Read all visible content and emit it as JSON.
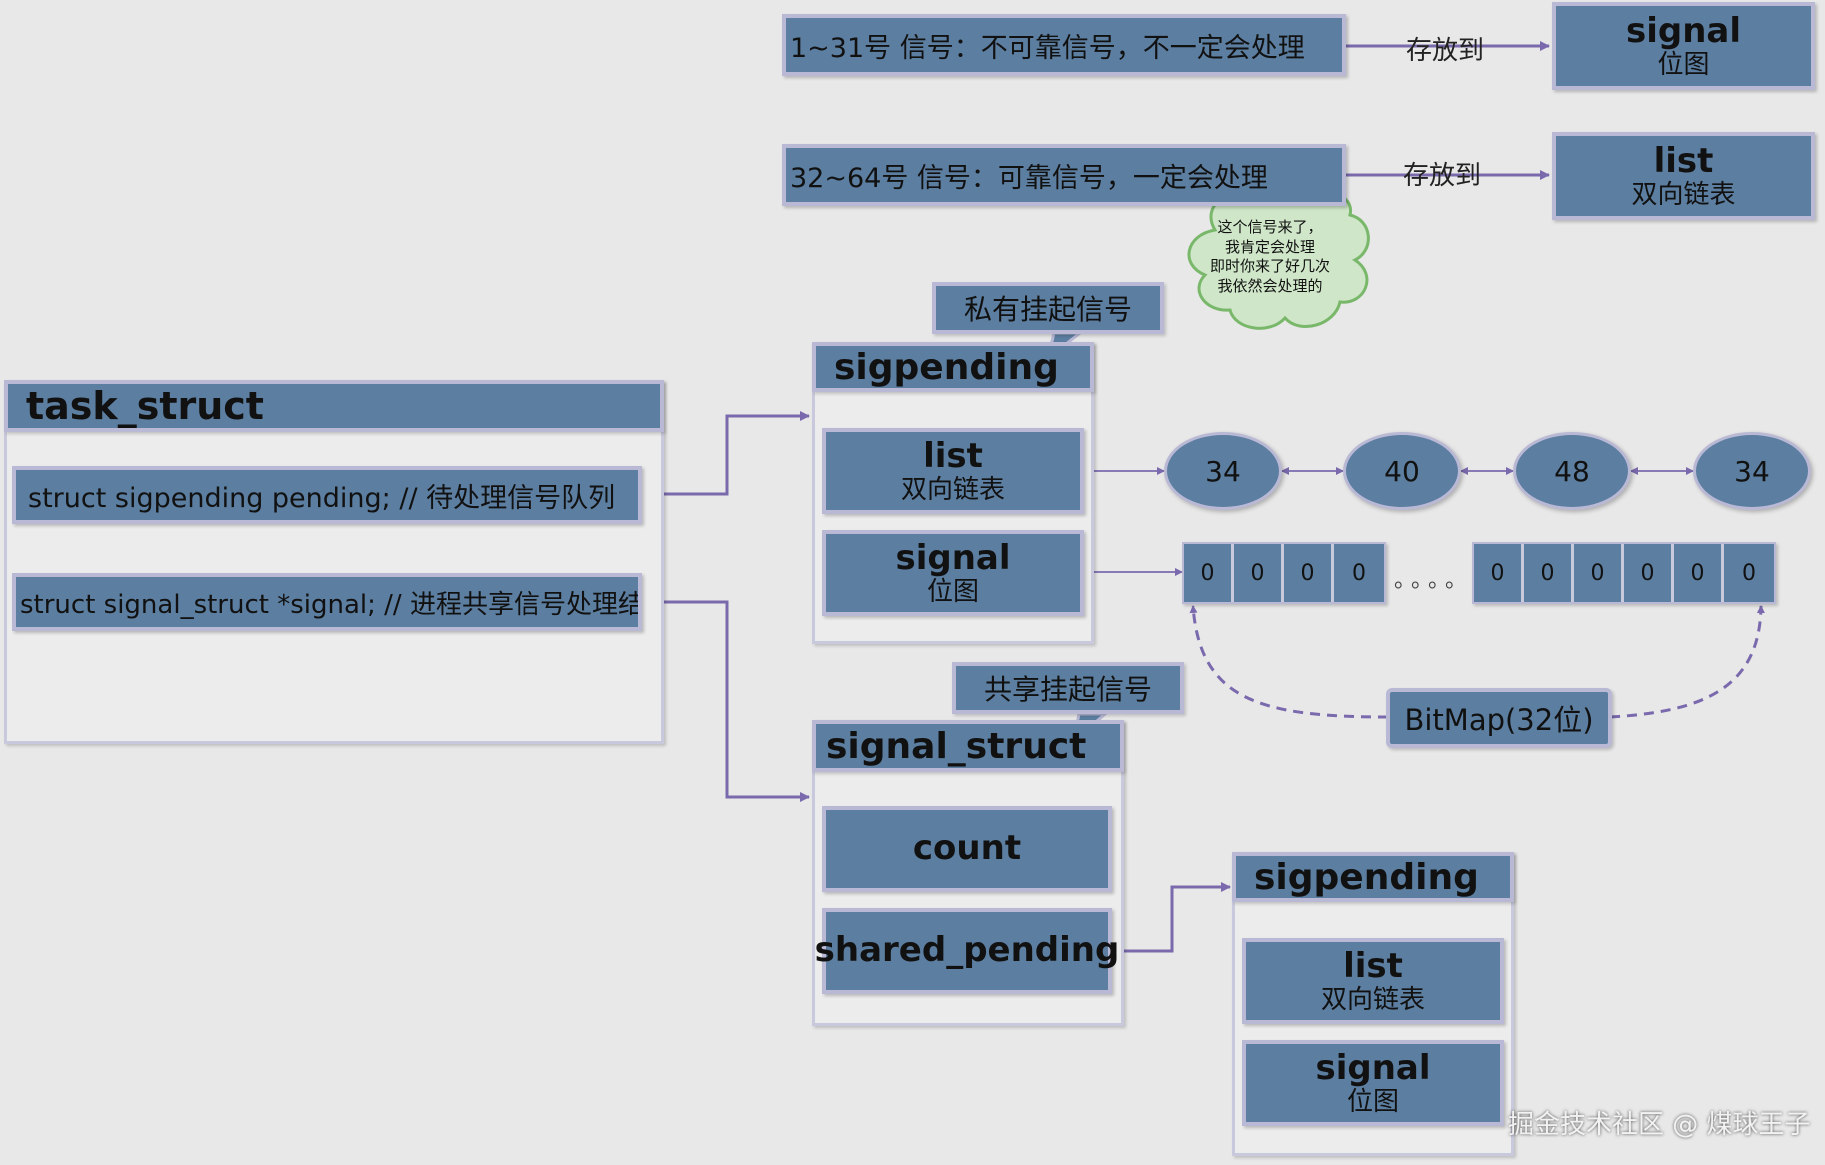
{
  "top": {
    "range1": {
      "desc": "1~31号 信号：不可靠信号，不一定会处理",
      "arrow_label": "存放到",
      "target_title": "signal",
      "target_sub": "位图"
    },
    "range2": {
      "desc": "32~64号 信号：可靠信号，一定会处理",
      "arrow_label": "存放到",
      "target_title": "list",
      "target_sub": "双向链表"
    },
    "thought": [
      "这个信号来了，",
      "我肯定会处理",
      "即时你来了好几次",
      "我依然会处理的"
    ]
  },
  "task_struct": {
    "title": "task_struct",
    "fields": [
      "struct sigpending pending; // 待处理信号队列",
      "struct signal_struct *signal; // 进程共享信号处理结构"
    ]
  },
  "sigpending_private": {
    "callout": "私有挂起信号",
    "title": "sigpending",
    "list_title": "list",
    "list_sub": "双向链表",
    "signal_title": "signal",
    "signal_sub": "位图"
  },
  "linked_list": {
    "nodes": [
      "34",
      "40",
      "48",
      "34"
    ]
  },
  "bitmap": {
    "left_bits": [
      "0",
      "0",
      "0",
      "0"
    ],
    "ellipsis": "。。。。",
    "right_bits": [
      "0",
      "0",
      "0",
      "0",
      "0",
      "0"
    ],
    "label": "BitMap(32位)"
  },
  "signal_struct": {
    "callout": "共享挂起信号",
    "title": "signal_struct",
    "count": "count",
    "shared_pending": "shared_pending"
  },
  "sigpending_shared": {
    "title": "sigpending",
    "list_title": "list",
    "list_sub": "双向链表",
    "signal_title": "signal",
    "signal_sub": "位图"
  },
  "watermark": "掘金技术社区 @ 煤球王子",
  "colors": {
    "box_fill": "#5c7ea0",
    "box_border": "#b9b9d6",
    "arrow": "#7a6aad",
    "cloud_border": "#79b86a",
    "background": "#e8e8e8"
  }
}
